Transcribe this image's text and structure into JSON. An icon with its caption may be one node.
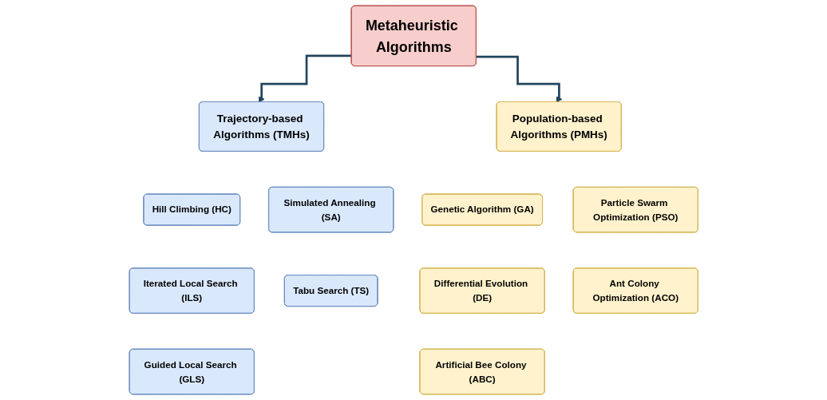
{
  "diagram": {
    "nodes": [
      {
        "text": [
          "Metaheuristic Algorithms"
        ]
      },
      {
        "text": [
          "Trajectory-based Algorithms (TMHs)"
        ]
      },
      {
        "text": [
          "Population-based Algorithms (PMHs)"
        ]
      },
      {
        "text": [
          "Hill Climbing (HC)"
        ]
      },
      {
        "text": [
          "Simulated Annealing (SA)"
        ]
      },
      {
        "text": [
          "Iterated Local Search (ILS)"
        ]
      },
      {
        "text": [
          "Tabu Search (TS)"
        ]
      },
      {
        "text": [
          "Guided Local Search (GLS)"
        ]
      },
      {
        "text": [
          "Genetic Algorithm (GA)"
        ]
      },
      {
        "text": [
          "Particle Swarm Optimization (PSO)"
        ]
      },
      {
        "text": [
          "Differential Evolution (DE)"
        ]
      },
      {
        "text": [
          "Ant Colony Optimization (ACO)"
        ]
      },
      {
        "text": [
          "Artificial Bee Colony (ABC)"
        ]
      }
    ],
    "edges": [
      {
        "from": 0,
        "to": 1,
        "arrow": "to"
      },
      {
        "from": 0,
        "to": 2,
        "arrow": "to"
      }
    ]
  }
}
